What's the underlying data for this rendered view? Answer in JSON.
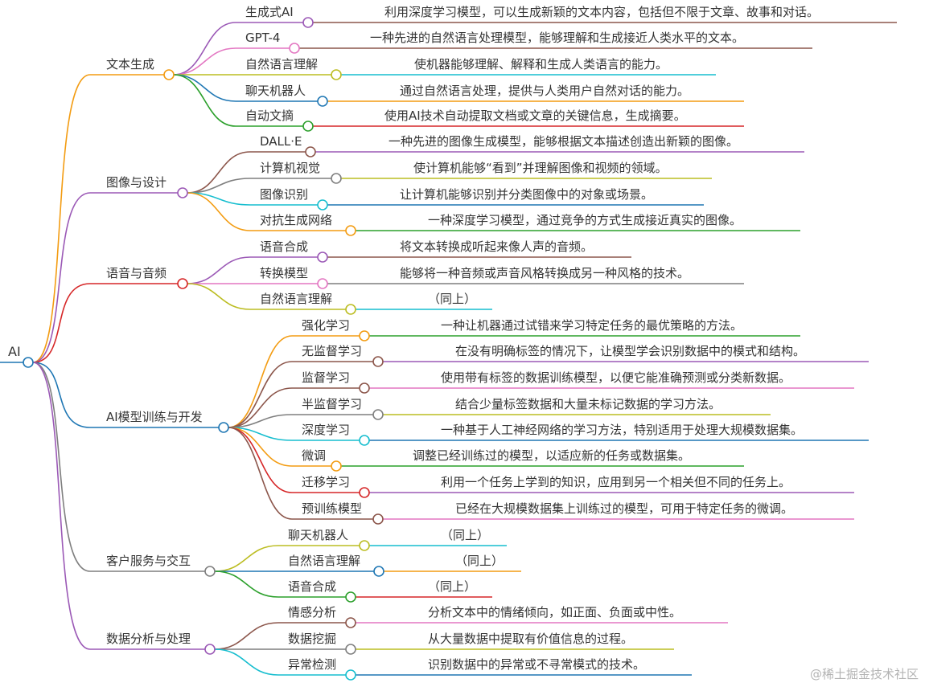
{
  "root": {
    "label": "AI"
  },
  "watermark": "@稀土掘金技术社区",
  "colors": {
    "orange": "#f39c12",
    "purple": "#9b59b6",
    "pink": "#e377c2",
    "olive": "#bcbd22",
    "blue": "#1f77b4",
    "green": "#2ca02c",
    "brown": "#8c564b",
    "gray": "#7f7f7f",
    "cyan": "#17becf",
    "red": "#d62728",
    "text": "#333333"
  },
  "branches": [
    {
      "label": "文本生成",
      "color": "orange",
      "children": [
        {
          "label": "生成式AI",
          "desc": "利用深度学习模型，可以生成新颖的文本内容，包括但不限于文章、故事和对话。",
          "color": "purple",
          "descColor": "brown"
        },
        {
          "label": "GPT-4",
          "desc": "一种先进的自然语言处理模型，能够理解和生成接近人类水平的文本。",
          "color": "pink",
          "descColor": "brown"
        },
        {
          "label": "自然语言理解",
          "desc": "使机器能够理解、解释和生成人类语言的能力。",
          "color": "olive",
          "descColor": "cyan"
        },
        {
          "label": "聊天机器人",
          "desc": "通过自然语言处理，提供与人类用户自然对话的能力。",
          "color": "blue",
          "descColor": "orange"
        },
        {
          "label": "自动文摘",
          "desc": "使用AI技术自动提取文档或文章的关键信息，生成摘要。",
          "color": "green",
          "descColor": "red"
        }
      ]
    },
    {
      "label": "图像与设计",
      "color": "purple",
      "children": [
        {
          "label": "DALL·E",
          "desc": "一种先进的图像生成模型，能够根据文本描述创造出新颖的图像。",
          "color": "brown",
          "descColor": "purple"
        },
        {
          "label": "计算机视觉",
          "desc": "使计算机能够“看到”并理解图像和视频的领域。",
          "color": "gray",
          "descColor": "olive"
        },
        {
          "label": "图像识别",
          "desc": "让计算机能够识别并分类图像中的对象或场景。",
          "color": "cyan",
          "descColor": "blue"
        },
        {
          "label": "对抗生成网络",
          "desc": "一种深度学习模型，通过竞争的方式生成接近真实的图像。",
          "color": "orange",
          "descColor": "green"
        }
      ]
    },
    {
      "label": "语音与音频",
      "color": "red",
      "children": [
        {
          "label": "语音合成",
          "desc": "将文本转换成听起来像人声的音频。",
          "color": "purple",
          "descColor": "brown"
        },
        {
          "label": "转换模型",
          "desc": "能够将一种音频或声音风格转换成另一种风格的技术。",
          "color": "pink",
          "descColor": "gray"
        },
        {
          "label": "自然语言理解",
          "desc": "（同上）",
          "color": "olive",
          "descColor": "cyan"
        }
      ]
    },
    {
      "label": "AI模型训练与开发",
      "color": "blue",
      "children": [
        {
          "label": "强化学习",
          "desc": "一种让机器通过试错来学习特定任务的最优策略的方法。",
          "color": "orange",
          "descColor": "green"
        },
        {
          "label": "无监督学习",
          "desc": "在没有明确标签的情况下，让模型学会识别数据中的模式和结构。",
          "color": "brown",
          "descColor": "purple"
        },
        {
          "label": "监督学习",
          "desc": "使用带有标签的数据训练模型，以便它能准确预测或分类新数据。",
          "color": "brown",
          "descColor": "pink"
        },
        {
          "label": "半监督学习",
          "desc": "结合少量标签数据和大量未标记数据的学习方法。",
          "color": "gray",
          "descColor": "olive"
        },
        {
          "label": "深度学习",
          "desc": "一种基于人工神经网络的学习方法，特别适用于处理大规模数据集。",
          "color": "cyan",
          "descColor": "blue"
        },
        {
          "label": "微调",
          "desc": "调整已经训练过的模型，以适应新的任务或数据集。",
          "color": "orange",
          "descColor": "green"
        },
        {
          "label": "迁移学习",
          "desc": "利用一个任务上学到的知识，应用到另一个相关但不同的任务上。",
          "color": "red",
          "descColor": "purple"
        },
        {
          "label": "预训练模型",
          "desc": "已经在大规模数据集上训练过的模型，可用于特定任务的微调。",
          "color": "brown",
          "descColor": "pink"
        }
      ]
    },
    {
      "label": "客户服务与交互",
      "color": "gray",
      "children": [
        {
          "label": "聊天机器人",
          "desc": "（同上）",
          "color": "olive",
          "descColor": "cyan"
        },
        {
          "label": "自然语言理解",
          "desc": "（同上）",
          "color": "blue",
          "descColor": "orange"
        },
        {
          "label": "语音合成",
          "desc": "（同上）",
          "color": "green",
          "descColor": "red"
        }
      ]
    },
    {
      "label": "数据分析与处理",
      "color": "purple",
      "children": [
        {
          "label": "情感分析",
          "desc": "分析文本中的情绪倾向，如正面、负面或中性。",
          "color": "brown",
          "descColor": "pink"
        },
        {
          "label": "数据挖掘",
          "desc": "从大量数据中提取有价值信息的过程。",
          "color": "gray",
          "descColor": "olive"
        },
        {
          "label": "异常检测",
          "desc": "识别数据中的异常或不寻常模式的技术。",
          "color": "cyan",
          "descColor": "blue"
        }
      ]
    }
  ]
}
